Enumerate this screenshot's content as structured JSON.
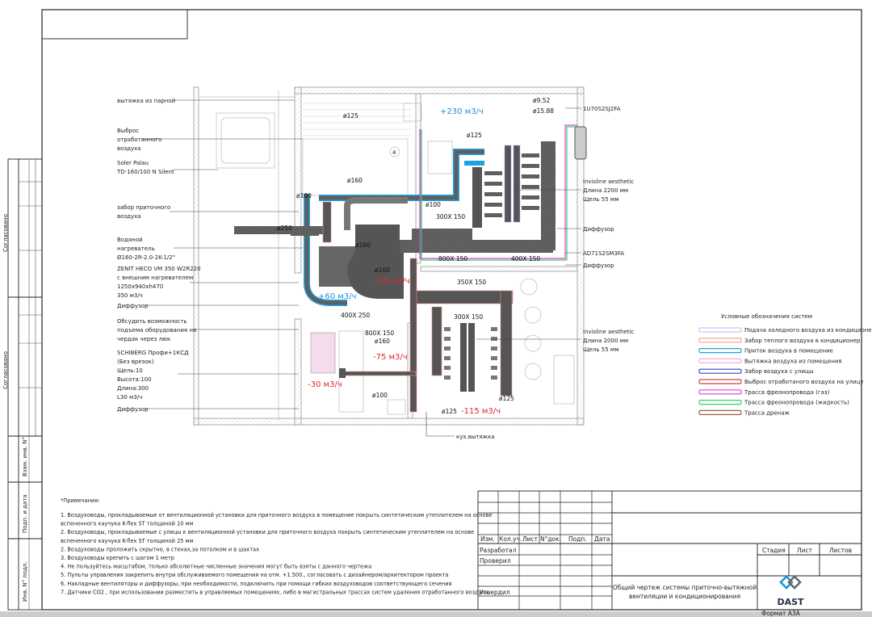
{
  "left_labels": {
    "steam_exhaust": "вытяжка из парной",
    "exhaust_1": "Выброс",
    "exhaust_2": "отработанного",
    "exhaust_3": "воздуха",
    "fan_1": "Soler Palau",
    "fan_2": "TD-160/100 N Silent",
    "intake_1": "забор приточного",
    "intake_2": "воздуха",
    "heater_1": "Водяной",
    "heater_2": "нагреватель",
    "heater_3": "Ø160-2R-2.0-2K-1/2\"",
    "unit_1": "ZENIT HECO VM 350 W2R220",
    "unit_2": "с внешним нагревателем",
    "unit_3": "1250x940xh470",
    "unit_4": "350 м3/ч",
    "diffuser_1": "Диффузор",
    "discuss_1": "Обсудить возможность",
    "discuss_2": "подъема  оборудования на",
    "discuss_3": "чердак через люк",
    "grille_1": "SCHIBERG Профи+1КСД",
    "grille_2": "(Без врезок)",
    "grille_3": "Щель:10",
    "grille_4": "Высота:100",
    "grille_5": "Длина:300",
    "grille_6": "L30 м3/ч",
    "diffuser_2": "Диффузор"
  },
  "right_labels": {
    "indoor_unit": "1U70S2SJ2FA",
    "inv1_1": "invisline aesthetic",
    "inv1_2": "Длина 2200 мм",
    "inv1_3": "Щель 55 мм",
    "diffuser_1": "Диффузор",
    "ad_unit": "AD71S2SM3FA",
    "diffuser_2": "Диффузор",
    "inv2_1": "invisline aesthetic",
    "inv2_2": "Длина 2000 мм",
    "inv2_3": "Щель 55 мм"
  },
  "plan": {
    "d125_a": "ø125",
    "flow_230": "+230 м3/ч",
    "pipe_952": "ø9.52",
    "pipe_1588": "ø15.88",
    "d125_b": "ø125",
    "d160_a": "ø160",
    "d100_a": "ø100",
    "d100_b": "ø100",
    "r300x150_a": "300X 150",
    "d250": "ø250",
    "d160_b": "ø160",
    "d100_c": "ø100",
    "r800x150_a": "800X 150",
    "r400x150": "400X 150",
    "flow_m20": "-20 м3/ч",
    "r350x150": "350X 150",
    "flow_60": "+60 м3/ч",
    "r400x250": "400X 250",
    "r300x150_b": "300X 150",
    "r800x150_b": "800X 150",
    "d160_c": "ø160",
    "flow_m75": "-75 м3/ч",
    "flow_m30": "-30 м3/ч",
    "d100_d": "ø100",
    "d125_c": "ø125",
    "d125_d": "ø125",
    "flow_m115": "-115 м3/ч",
    "kitchen_hood": "кух.вытяжка",
    "room_no": "4"
  },
  "legend": {
    "title": "Условные обозначения систем",
    "items": [
      {
        "label": "Подача холодного воздуха из кондиционера",
        "color": "#c9c4f0"
      },
      {
        "label": "Забор теплого воздуха в кондиционер",
        "color": "#f0a08a"
      },
      {
        "label": "Приток воздуха в помещение",
        "color": "#1aa3e0"
      },
      {
        "label": "Вытяжка воздуха из помещения",
        "color": "#f0b0d8"
      },
      {
        "label": "Забор воздуха с улицы",
        "color": "#4040d0"
      },
      {
        "label": "Выброс отработаного воздуха на улицу",
        "color": "#d04040"
      },
      {
        "label": "Трасса фреонопровода (газ)",
        "color": "#e040d0"
      },
      {
        "label": "Трасса фреонопровода (жидкость)",
        "color": "#30d070"
      },
      {
        "label": "Трасса дренаж",
        "color": "#a06040"
      }
    ]
  },
  "notes": {
    "title": "*Примечания:",
    "lines": [
      "1. Воздуховоды, прокладываемые от вентиляционной установки для приточного воздуха в помещение покрыть синтетическим утеплителем на основе",
      "вспененного каучука  K-flex ST толщиной 10 мм",
      "2. Воздуховоды, прокладываемые с улицы к вентиляционной установки для приточного воздуха покрыть синтетическим утеплителем на основе",
      "вспененного каучука  K-flex ST толщиной 25 мм",
      "2. Воздуховоды проложить скрытно, в стенах,за потолком и в шахтах",
      "3. Воздуховоды крепить с шагом 1 метр",
      "4. Не пользуйтесь масштабом, только абсолютные численные значения могут быть взяты с данного чертежа",
      "5. Пульты управления закрепить внутри обслуживаемого помещения на отм. +1.500., согласовать с дизайнером/архитектором проекта",
      "6. Накладные вентиляторы и диффузоры, при необходимости, подключить при помощи гибких воздуховодов соответствующего сечения",
      "7. Датчики CO2 , при использовании разместить в управляемых помещениях, либо в магистральных трассах систем удаления отработанного воздуха"
    ]
  },
  "title_block": {
    "cols": [
      "Изм.",
      "Кол.уч.",
      "Лист",
      "N°док.",
      "Подп.",
      "Дата"
    ],
    "developed": "Разработал",
    "checked": "Проверил",
    "approved": "Утвердил",
    "stage": "Стадия",
    "sheet": "Лист",
    "sheets": "Листов",
    "title_1": "Общий чертеж системы приточно-вытяжной",
    "title_2": "вентиляции и кондиционирования",
    "logo": "DAST",
    "format": "Формат А3А"
  },
  "side_strip": {
    "agreed_1": "Согласовано",
    "agreed_2": "Согласовано",
    "inv_vzam": "Взам. инв. N°",
    "sign_date": "Подп. и дата",
    "inv_podl": "Инв. N° подл."
  }
}
